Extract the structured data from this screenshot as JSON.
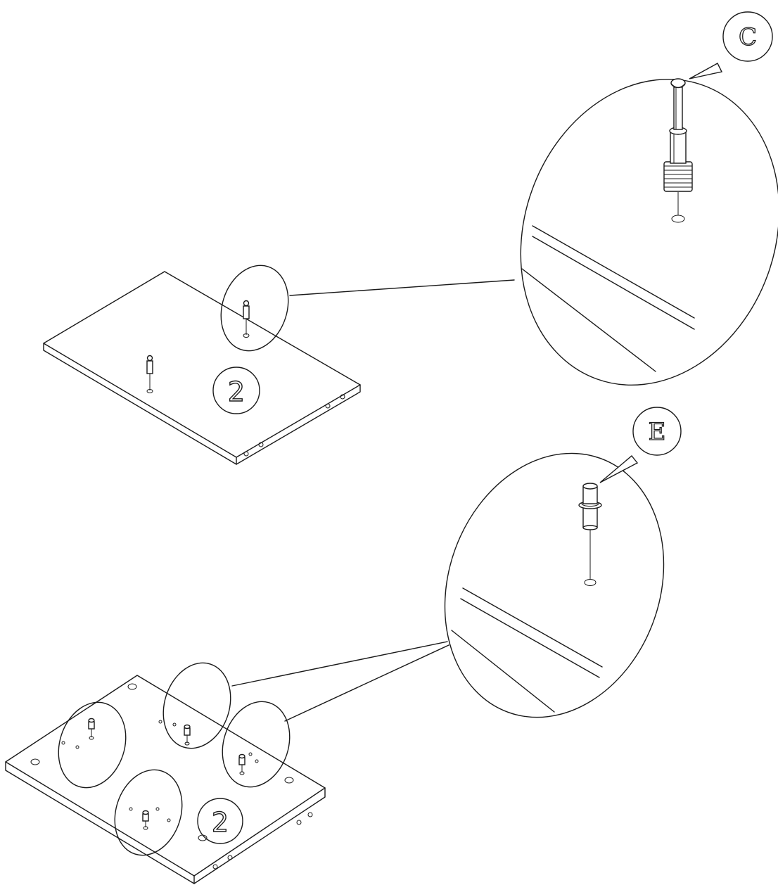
{
  "diagram": {
    "top_assembly": {
      "step_label": "2",
      "part_label": "C"
    },
    "bottom_assembly": {
      "step_label": "2",
      "part_label": "E"
    }
  }
}
